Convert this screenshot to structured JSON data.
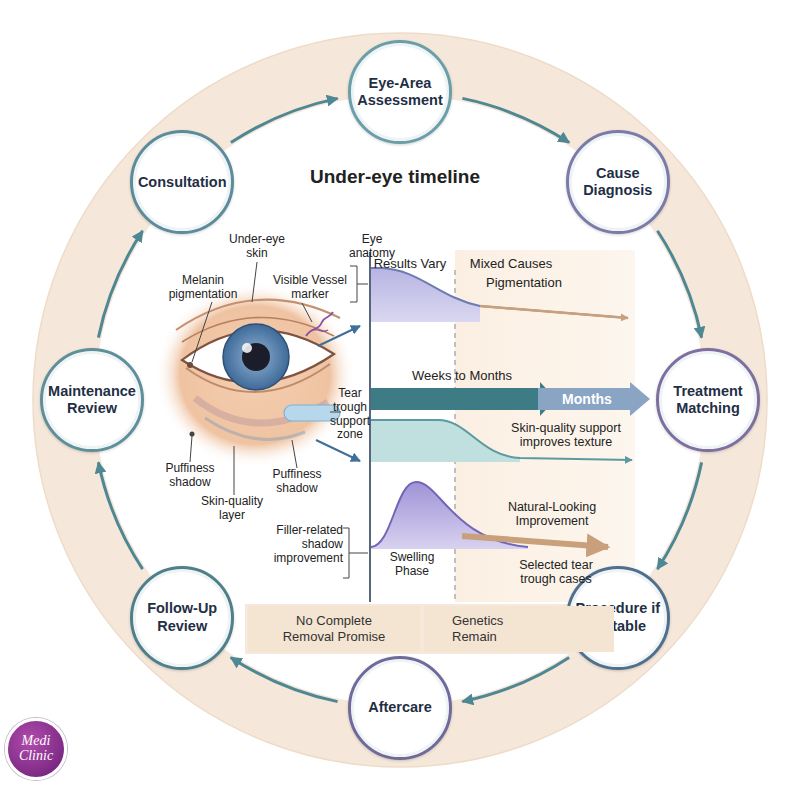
{
  "diagram": {
    "title": "Under-eye timeline",
    "nodes": [
      {
        "text": [
          "Consultation"
        ]
      },
      {
        "text": [
          "Eye-Area Assessment"
        ]
      },
      {
        "text": [
          "Cause Diagnosis"
        ]
      },
      {
        "text": [
          "Treatment Matching"
        ]
      },
      {
        "text": [
          "Procedure if Suitable"
        ]
      },
      {
        "text": [
          "Aftercare"
        ]
      },
      {
        "text": [
          "Follow-Up Review"
        ]
      },
      {
        "text": [
          "Maintenance Review"
        ]
      },
      {
        "text": [
          "Months"
        ]
      },
      {
        "text": [
          "No Complete Removal Promise"
        ]
      },
      {
        "text": [
          "Genetics Remain"
        ]
      },
      {
        "text": [
          "Medi Clinic"
        ]
      }
    ],
    "edges": [
      {
        "from": 0,
        "to": 1,
        "arrow": "to"
      },
      {
        "from": 1,
        "to": 2,
        "arrow": "to"
      },
      {
        "from": 2,
        "to": 3,
        "arrow": "to"
      },
      {
        "from": 3,
        "to": 4,
        "arrow": "to"
      },
      {
        "from": 4,
        "to": 5,
        "arrow": "to"
      },
      {
        "from": 5,
        "to": 6,
        "arrow": "to"
      },
      {
        "from": 6,
        "to": 7,
        "arrow": "to"
      },
      {
        "from": 7,
        "to": 0,
        "arrow": "to"
      }
    ],
    "labels": [
      "Eye anatomy",
      "Under-eye skin",
      "Melanin pigmentation",
      "Visible Vessel marker",
      "Tear trough support zone",
      "Puffiness shadow",
      "Puffiness shadow",
      "Skin-quality layer",
      "Filler-related shadow improvement",
      "Results Vary",
      "Mixed Causes",
      "Pigmentation",
      "Weeks to Months",
      "Skin-quality support improves texture",
      "Natural-Looking Improvement",
      "Swelling Phase",
      "Selected tear trough cases"
    ]
  }
}
